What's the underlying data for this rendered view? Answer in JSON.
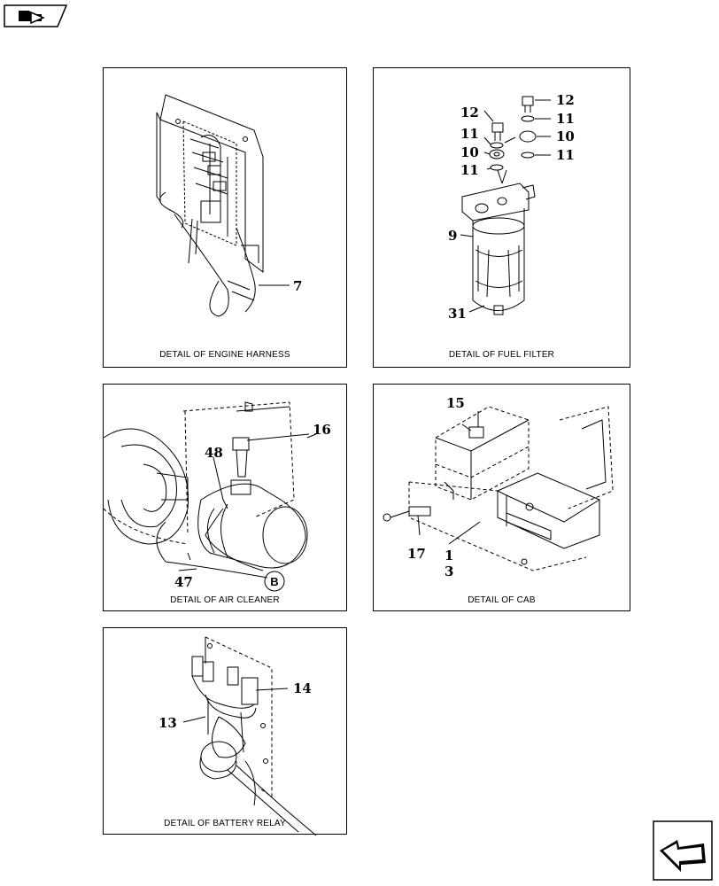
{
  "icons": {
    "top_left": "book-navigation-icon",
    "bottom_right": "next-page-arrow-icon"
  },
  "panels": [
    {
      "caption": "DETAIL OF ENGINE HARNESS",
      "callouts": [
        "7"
      ]
    },
    {
      "caption": "DETAIL OF FUEL FILTER",
      "callouts": [
        "12",
        "12",
        "11",
        "11",
        "10",
        "10",
        "11",
        "11",
        "9",
        "31"
      ]
    },
    {
      "caption": "DETAIL OF AIR CLEANER",
      "callouts": [
        "16",
        "48",
        "47"
      ],
      "connector": "B"
    },
    {
      "caption": "DETAIL OF CAB",
      "callouts": [
        "15",
        "1",
        "3",
        "17"
      ]
    },
    {
      "caption": "DETAIL OF BATTERY RELAY",
      "callouts": [
        "14",
        "13"
      ]
    }
  ]
}
